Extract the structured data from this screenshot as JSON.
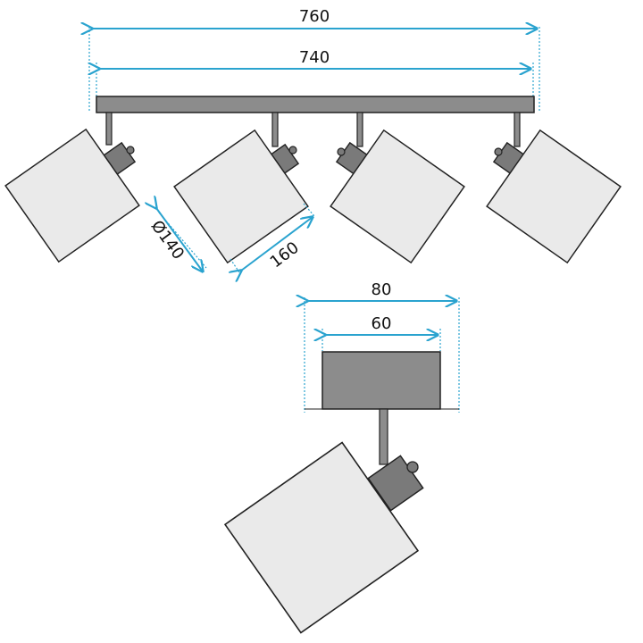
{
  "dimensions": {
    "total_length": "760",
    "bar_length": "740",
    "shade_diameter": "Ø140",
    "shade_length": "160",
    "base_width": "80",
    "base_inner_width": "60"
  },
  "colors": {
    "dimension_line": "#2aa3cf",
    "outline": "#222222",
    "bar_fill": "#8c8c8c",
    "shade_fill": "#eaeaea",
    "joint_fill": "#7a7a7a"
  }
}
